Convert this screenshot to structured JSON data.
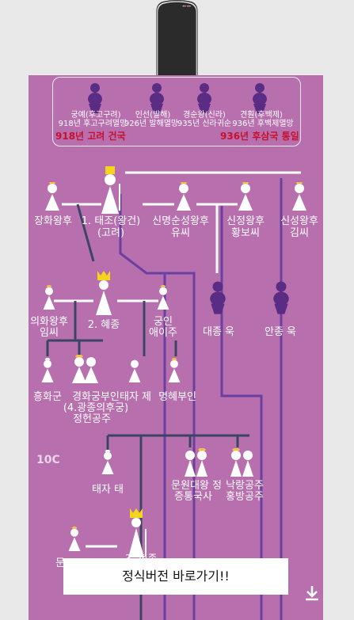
{
  "top_kings": [
    {
      "name": "궁예(후고구려)",
      "event": "918년 후고구려멸망"
    },
    {
      "name": "인선(발해)",
      "event": "926년 발해멸망"
    },
    {
      "name": "경순왕(신라)",
      "event": "935년 신라귀순"
    },
    {
      "name": "견훤(후백제)",
      "event": "936년 후백제멸망"
    }
  ],
  "milestones": {
    "left": "918년 고려 건국",
    "right": "936년 후삼국 통일"
  },
  "gen1": {
    "king": "1. 태조(왕건)",
    "king_sub": "(고려)",
    "consorts": [
      {
        "line1": "장화왕후",
        "line2": ""
      },
      {
        "line1": "신명순성왕후",
        "line2": "유씨"
      },
      {
        "line1": "신정왕후",
        "line2": "황보씨"
      },
      {
        "line1": "신성왕후",
        "line2": "김씨"
      }
    ]
  },
  "gen2": {
    "king": "2. 혜종",
    "left_consort": {
      "line1": "의화왕후",
      "line2": "임씨"
    },
    "right_consort": {
      "line1": "궁인",
      "line2": "애이주"
    },
    "sons": [
      "대종 욱",
      "안종 욱"
    ]
  },
  "gen3": {
    "children": [
      {
        "line1": "흥화군",
        "line2": "",
        "line3": ""
      },
      {
        "line1": "경화궁부인",
        "line2": "(4.광종의후궁)",
        "line3": "정헌공주"
      },
      {
        "line1": "태자 제",
        "line2": "",
        "line3": ""
      },
      {
        "line1": "명혜부인",
        "line2": "",
        "line3": ""
      }
    ]
  },
  "century": "10C",
  "gen4": {
    "children": [
      {
        "line1": "태자 태",
        "line2": ""
      },
      {
        "line1": "문원대왕 정",
        "line2": "증통국사"
      },
      {
        "line1": "낙랑공주",
        "line2": "홍방공주"
      }
    ]
  },
  "gen5": {
    "king": "3. 정종",
    "consort": "문"
  },
  "banner": {
    "label": "정식버전 바로가기!!"
  },
  "icons": {
    "download": "download-icon"
  },
  "colors": {
    "background": "#b86fae",
    "line_dark": "#3b4563",
    "line_purple": "#6b3fa0",
    "crown": "#f5d51b",
    "red": "#c8102e"
  }
}
